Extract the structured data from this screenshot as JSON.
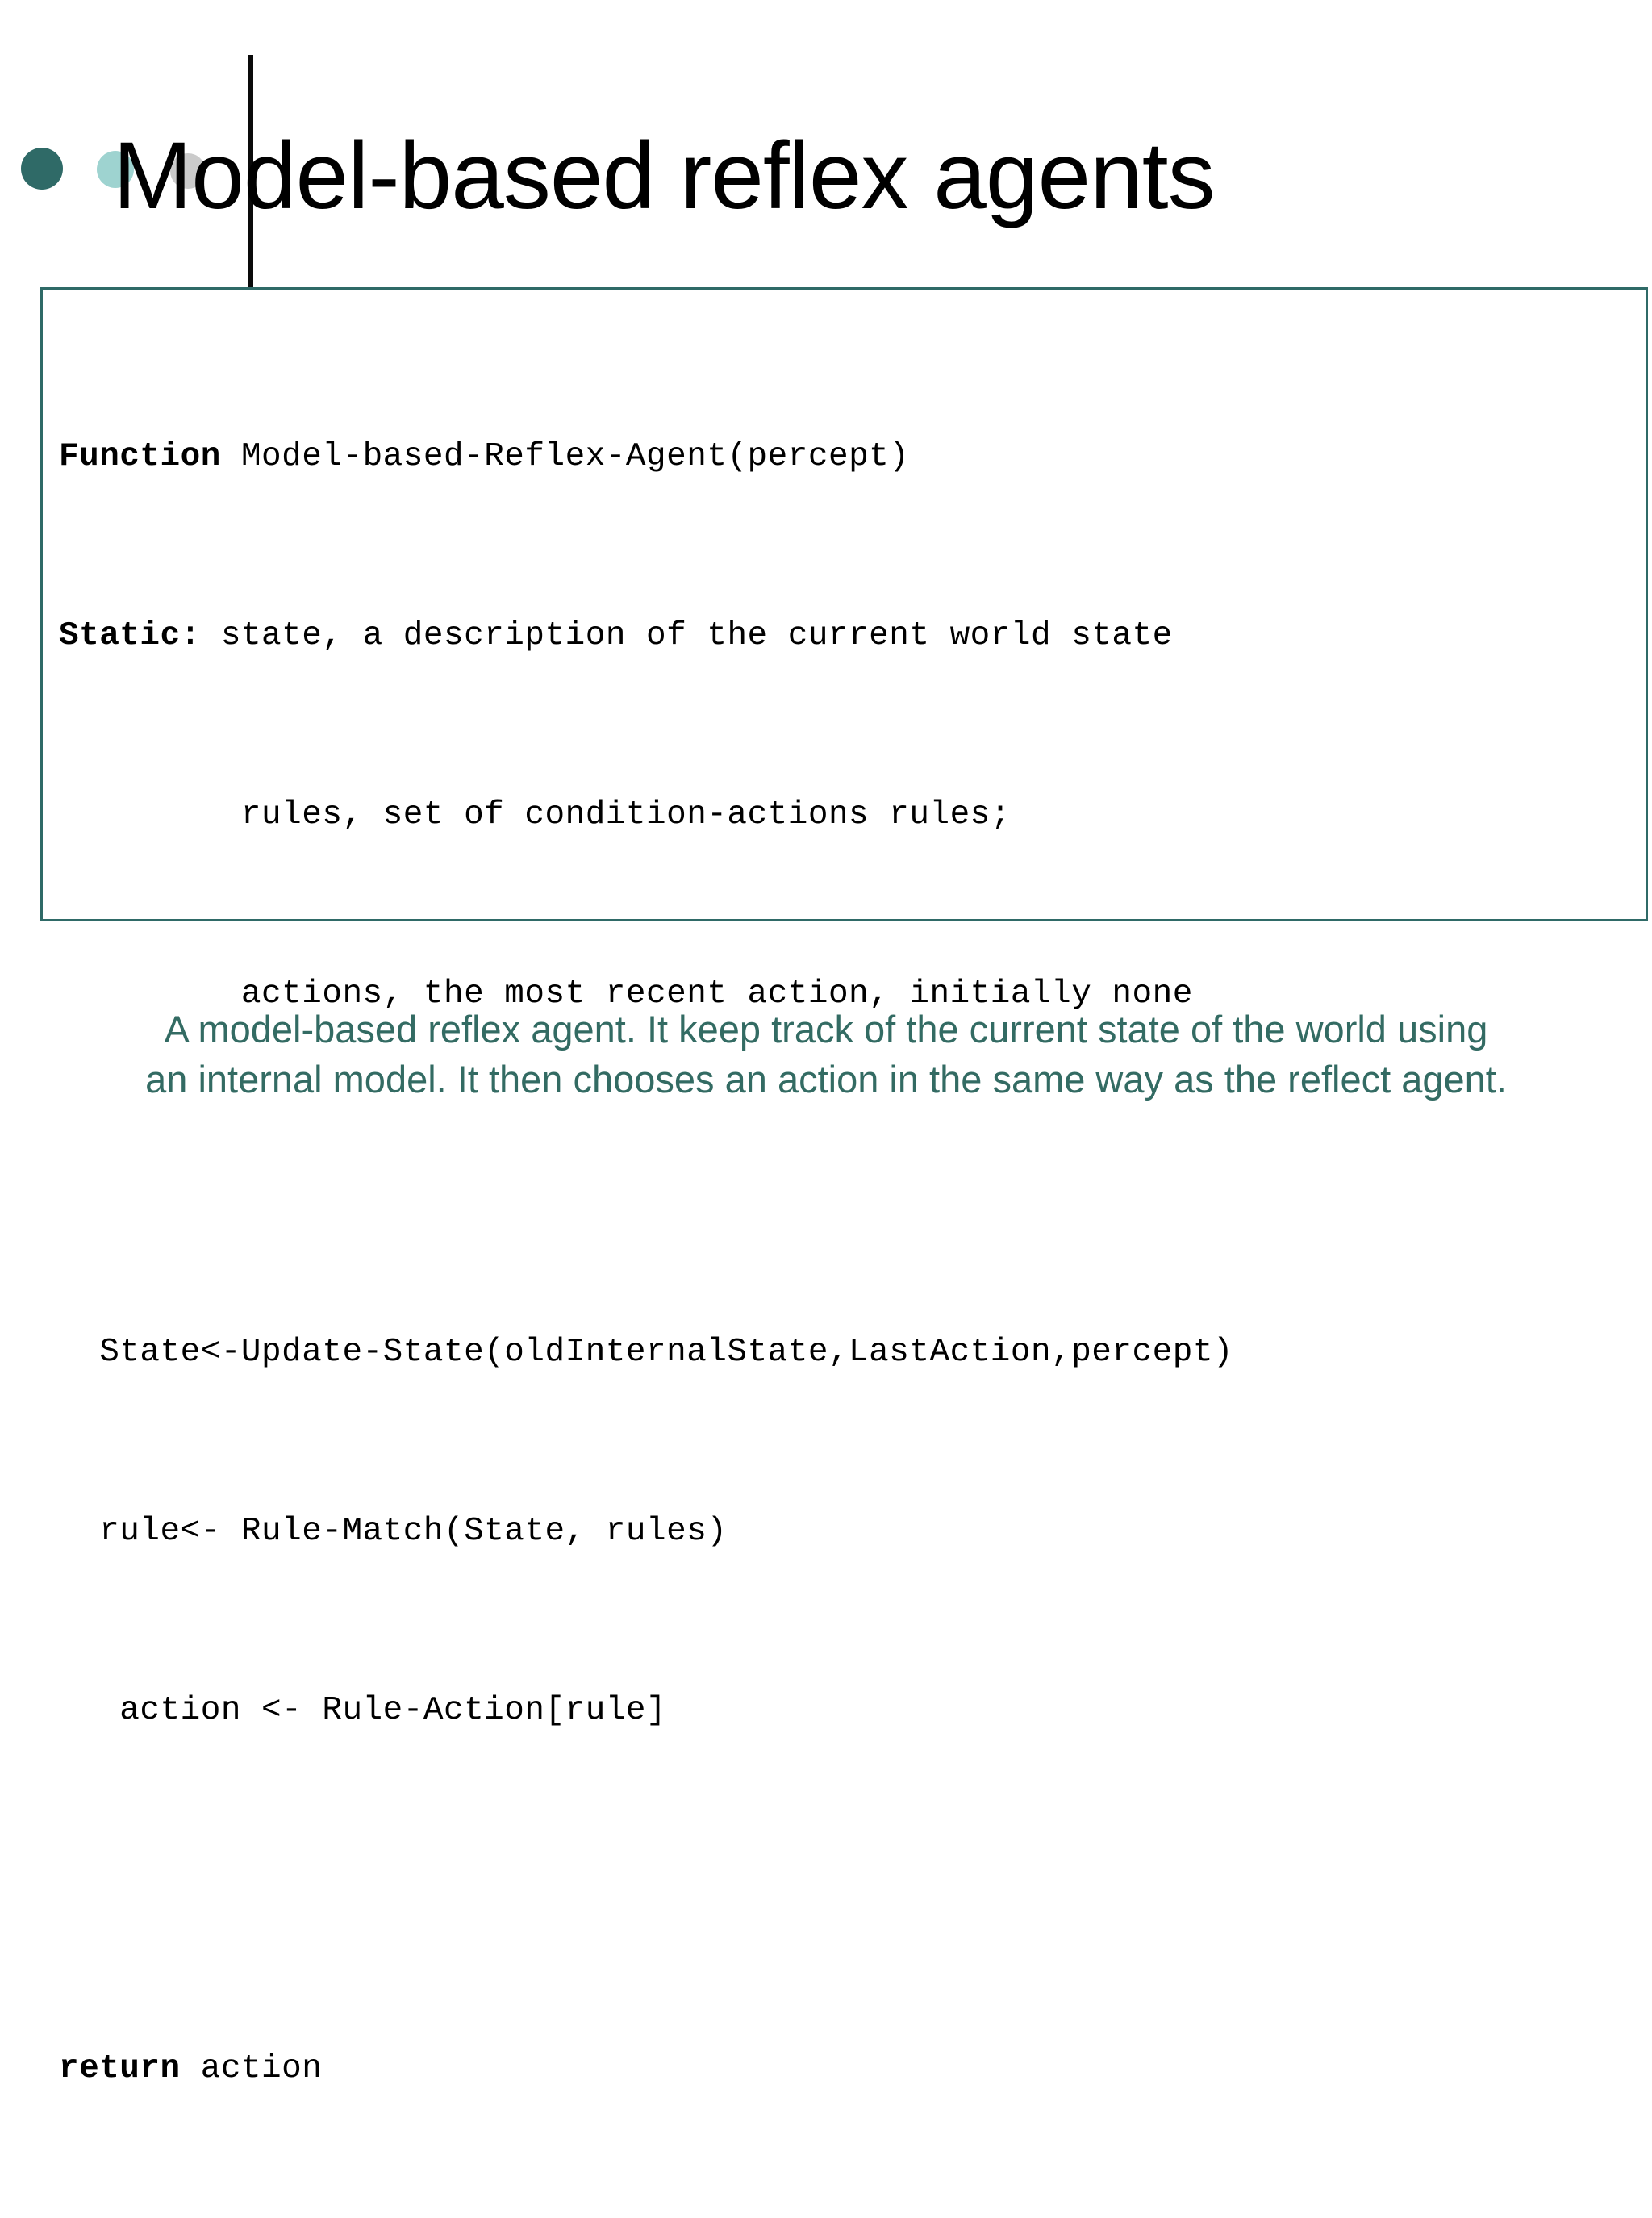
{
  "slide": {
    "title": "Model-based reflex agents",
    "background_color": "#ffffff"
  },
  "decoration": {
    "dots": [
      {
        "name": "dot-dark-teal",
        "color": "#2F6A67"
      },
      {
        "name": "dot-light-teal",
        "color": "#9ED3D0"
      },
      {
        "name": "dot-gray",
        "color": "#CBCBCB"
      }
    ],
    "vertical_rule_color": "#0A0A0A"
  },
  "code_box": {
    "border_color": "#2F6A67",
    "lines": [
      {
        "keyword": "Function",
        "rest": " Model-based-Reflex-Agent(percept)"
      },
      {
        "keyword": "Static:",
        "rest": " state, a description of the current world state"
      },
      {
        "keyword": "",
        "rest": "         rules, set of condition-actions rules;"
      },
      {
        "keyword": "",
        "rest": "         actions, the most recent action, initially none"
      },
      {
        "keyword": "",
        "rest": ""
      },
      {
        "keyword": "",
        "rest": "  State<-Update-State(oldInternalState,LastAction,percept)"
      },
      {
        "keyword": "",
        "rest": "  rule<- Rule-Match(State, rules)"
      },
      {
        "keyword": "",
        "rest": "   action <- Rule-Action[rule]"
      },
      {
        "keyword": "",
        "rest": ""
      },
      {
        "keyword": "return",
        "rest": " action"
      }
    ]
  },
  "caption": {
    "color": "#336B63",
    "line1": "A model-based reflex agent. It keep track of the current state of the world using",
    "line2": "an internal model. It then chooses an action in the same way as the reflect agent."
  }
}
